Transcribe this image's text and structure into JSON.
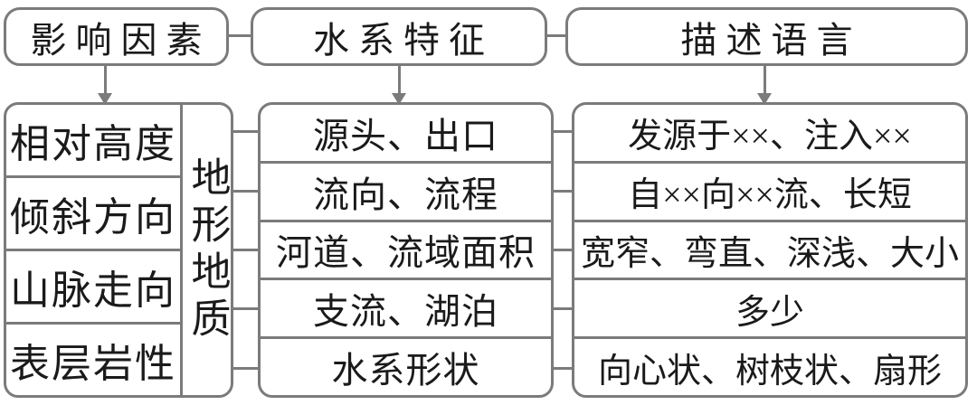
{
  "colors": {
    "line": "#7b7b7b",
    "text": "#1a1a1a",
    "background": "#ffffff"
  },
  "headers": [
    {
      "label": "影响因素"
    },
    {
      "label": "水系特征"
    },
    {
      "label": "描述语言"
    }
  ],
  "influence_column": {
    "rows": [
      "相对高度",
      "倾斜方向",
      "山脉走向",
      "表层岩性"
    ],
    "group_label": "地形地质"
  },
  "feature_column": {
    "rows": [
      "源头、出口",
      "流向、流程",
      "河道、流域面积",
      "支流、湖泊",
      "水系形状"
    ]
  },
  "description_column": {
    "rows": [
      "发源于××、注入××",
      "自××向××流、长短",
      "宽窄、弯直、深浅、大小",
      "多少",
      "向心状、树枝状、扇形"
    ]
  }
}
